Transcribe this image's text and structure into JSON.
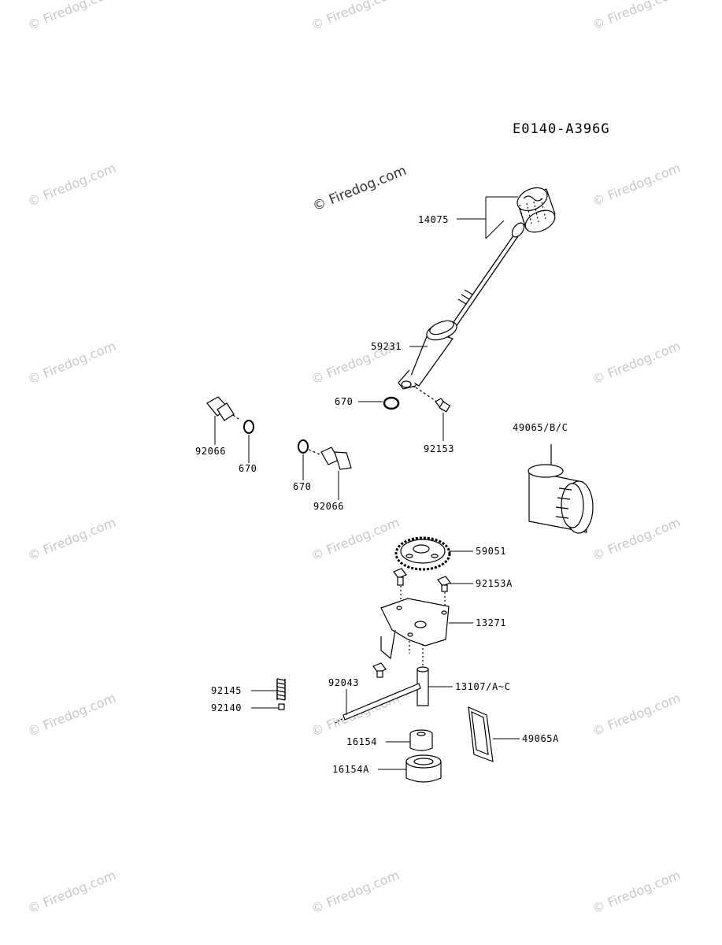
{
  "diagram_code": "E0140-A396G",
  "watermark_text": "© Firedog.com",
  "parts": {
    "p14075": "14075",
    "p59231": "59231",
    "p670_a": "670",
    "p92153": "92153",
    "p92066_a": "92066",
    "p670_b": "670",
    "p670_c": "670",
    "p92066_b": "92066",
    "p49065": "49065/B/C",
    "p59051": "59051",
    "p92153A": "92153A",
    "p13271": "13271",
    "p92145": "92145",
    "p92140": "92140",
    "p92043": "92043",
    "p13107": "13107/A~C",
    "p16154": "16154",
    "p49065A": "49065A",
    "p16154A": "16154A"
  },
  "colors": {
    "line": "#000000",
    "watermark": "#c8c8c8"
  }
}
